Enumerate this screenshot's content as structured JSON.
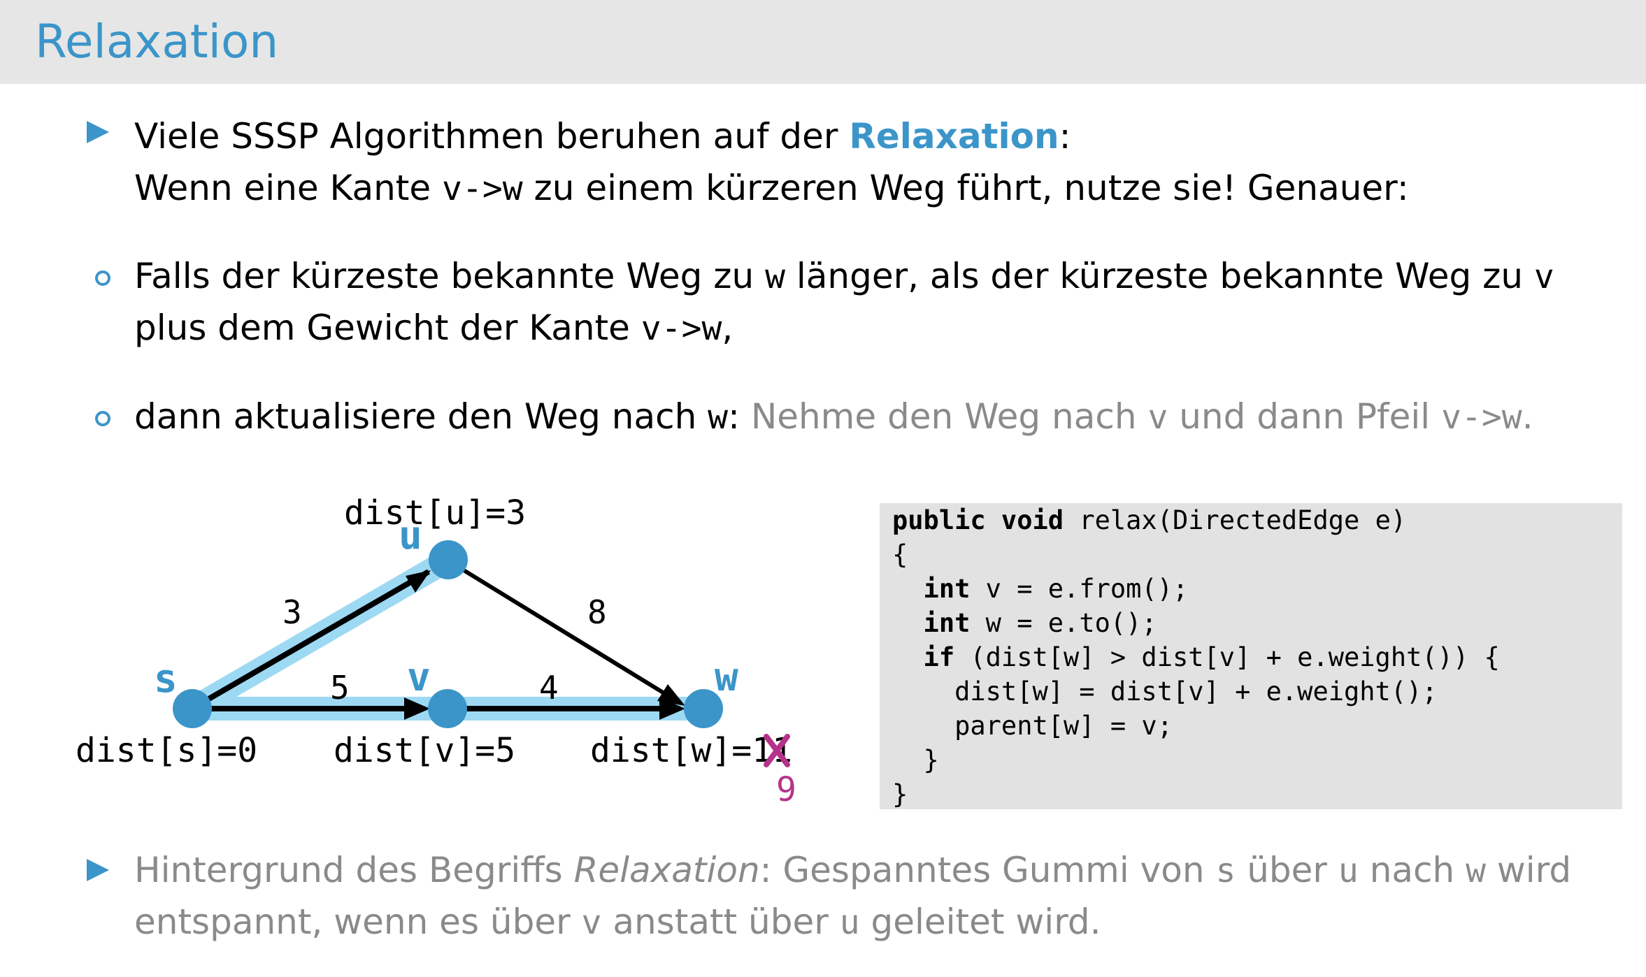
{
  "header": {
    "title": "Relaxation"
  },
  "bullets": {
    "b1": {
      "prefix": "Viele SSSP Algorithmen beruhen auf der ",
      "highlight": "Relaxation",
      "suffix": ":"
    },
    "b1_line2": {
      "a": "Wenn eine Kante ",
      "code": "v->w",
      "b": " zu einem kürzeren Weg führt, nutze sie! Genauer:"
    },
    "b2": {
      "a": "Falls der kürzeste bekannte Weg zu ",
      "w": "w",
      "b": " länger, als der kürzeste bekannte Weg zu ",
      "v": "v"
    },
    "b2_line2": {
      "a": "plus dem Gewicht der Kante ",
      "code": "v->w",
      "b": ","
    },
    "b3": {
      "a": "dann aktualisiere den Weg nach ",
      "w": "w",
      "b": ": ",
      "gray_a": "Nehme den Weg nach ",
      "v": "v",
      "gray_b": " und dann Pfeil ",
      "code": "v->w",
      "gray_c": "."
    },
    "b4": {
      "a": "Hintergrund des Begriffs ",
      "italic": "Relaxation",
      "b": ": Gespanntes Gummi von ",
      "s": "s",
      "c": " über ",
      "u": "u",
      "d": " nach ",
      "w": "w",
      "e": " wird"
    },
    "b4_line2": {
      "a": "entspannt, wenn es über ",
      "v": "v",
      "b": " anstatt über ",
      "u": "u",
      "c": " geleitet wird."
    }
  },
  "graph": {
    "nodes": {
      "s": "s",
      "u": "u",
      "v": "v",
      "w": "w"
    },
    "edge_weights": {
      "su": "3",
      "uw": "8",
      "sv": "5",
      "vw": "4"
    },
    "dist_labels": {
      "u": "dist[u]=3",
      "s": "dist[s]=0",
      "v": "dist[v]=5",
      "w_prefix": "dist[w]=1",
      "w_crossed": "1"
    },
    "new_value": "9",
    "colors": {
      "node": "#3b95c9",
      "highlight": "#9dd9f3",
      "update": "#b5338a"
    }
  },
  "code": {
    "lines": [
      {
        "kw": "public void",
        "rest": " relax(DirectedEdge e)"
      },
      {
        "kw": "",
        "rest": "{"
      },
      {
        "kw": "  int",
        "rest": " v = e.from();"
      },
      {
        "kw": "  int",
        "rest": " w = e.to();"
      },
      {
        "kw": "  if",
        "rest": " (dist[w] > dist[v] + e.weight()) {"
      },
      {
        "kw": "",
        "rest": "    dist[w] = dist[v] + e.weight();"
      },
      {
        "kw": "",
        "rest": "    parent[w] = v;"
      },
      {
        "kw": "",
        "rest": "  }"
      },
      {
        "kw": "",
        "rest": "}"
      }
    ]
  }
}
